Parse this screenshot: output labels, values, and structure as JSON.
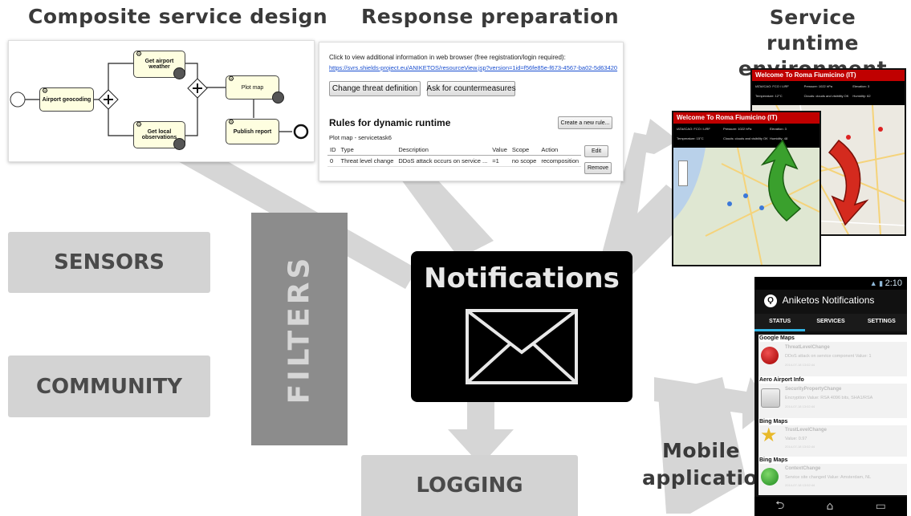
{
  "headings": {
    "composite": "Composite service design",
    "response": "Response preparation",
    "runtime_line1": "Service runtime",
    "runtime_line2": "environment",
    "mobile_line1": "Mobile",
    "mobile_line2": "application"
  },
  "boxes": {
    "sensors": "SENSORS",
    "community": "COMMUNITY",
    "filters": "FILTERS",
    "logging": "LOGGING",
    "notifications": "Notifications"
  },
  "bpmn": {
    "tasks": {
      "geocoding": "Airport geocoding",
      "weather": "Get airport weather",
      "observations": "Get local observations",
      "plot": "Plot map",
      "publish": "Publish report"
    }
  },
  "response_panel": {
    "info_text": "Click to view additional information in web browser (free registration/login required):",
    "link": "https://svrs.shields-project.eu/ANIKETOS/resourceView.jsp?version=1id=f56fe85e-f673-4567-ba02-5d63420",
    "btn_change": "Change threat definition",
    "btn_ask": "Ask for countermeasures",
    "rules_title": "Rules for dynamic runtime",
    "btn_create": "Create a new rule...",
    "subtitle": "Plot map - servicetask6",
    "columns": [
      "ID",
      "Type",
      "Description",
      "Value",
      "Scope",
      "Action"
    ],
    "rows": [
      [
        "0",
        "Threat level change",
        "DDoS attack occurs on service ...",
        "=1",
        "no scope",
        "recomposition"
      ]
    ],
    "btn_edit": "Edit",
    "btn_remove": "Remove"
  },
  "runtime": {
    "back": {
      "welcome": "Welcome To",
      "airport": "Roma Fiumicino (IT)",
      "info": [
        "IATA/ICAO: FCO / LIRF",
        "Pressure: 1022 hPa",
        "Elevation: 3",
        "Temperature: 12°C",
        "Clouds: clouds and visibility OK",
        "Humidity: 62"
      ]
    },
    "front": {
      "welcome": "Welcome To",
      "airport": "Roma Fiumicino (IT)",
      "info": [
        "IATA/ICAO: FCO / LIRF",
        "Pressure: 1022 hPa",
        "Elevation: 3",
        "Temperature: 15°C",
        "Clouds: clouds and visibility OK",
        "Humidity: 48"
      ]
    }
  },
  "mobile": {
    "time": "2:10",
    "app_title": "Aniketos Notifications",
    "tabs": [
      "STATUS",
      "SERVICES",
      "SETTINGS"
    ],
    "sections": [
      {
        "header": "Google Maps",
        "title": "ThreatLevelChange",
        "desc": "DDoS attack on service component  Value: 1",
        "date": "2014-07-18 13:02:44",
        "icon": "stop-icon"
      },
      {
        "header": "Aero Airport Info",
        "title": "SecurityPropertyChange",
        "desc": "Encryption  Value: RSA 4096 bits, SHA1/RSA",
        "date": "2014-07-18 13:02:44",
        "icon": "lock-icon"
      },
      {
        "header": "Bing Maps",
        "title": "TrustLevelChange",
        "desc": "Value: 0.97",
        "date": "2014-07-18 13:02:44",
        "icon": "star-icon"
      },
      {
        "header": "Bing Maps",
        "title": "ContextChange",
        "desc": "Service site changed  Value: Amsterdam, NL",
        "date": "2014-07-18 13:02:44",
        "icon": "globe-icon"
      }
    ]
  }
}
